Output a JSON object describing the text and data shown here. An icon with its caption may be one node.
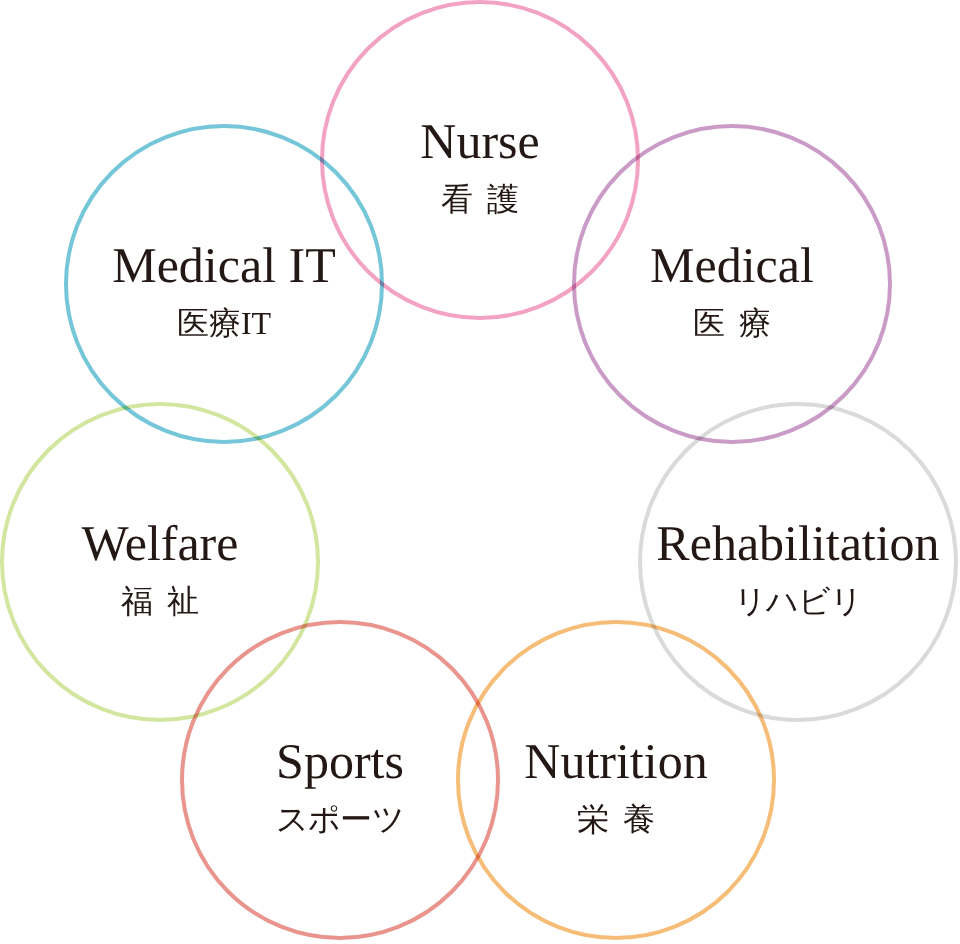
{
  "diagram": {
    "nodes": [
      {
        "text": [
          "Nurse",
          "看護"
        ]
      },
      {
        "text": [
          "Medical IT",
          "医療IT"
        ]
      },
      {
        "text": [
          "Medical",
          "医療"
        ]
      },
      {
        "text": [
          "Welfare",
          "福祉"
        ]
      },
      {
        "text": [
          "Rehabilitation",
          "リハビリ"
        ]
      },
      {
        "text": [
          "Sports",
          "スポーツ"
        ]
      },
      {
        "text": [
          "Nutrition",
          "栄養"
        ]
      }
    ]
  }
}
